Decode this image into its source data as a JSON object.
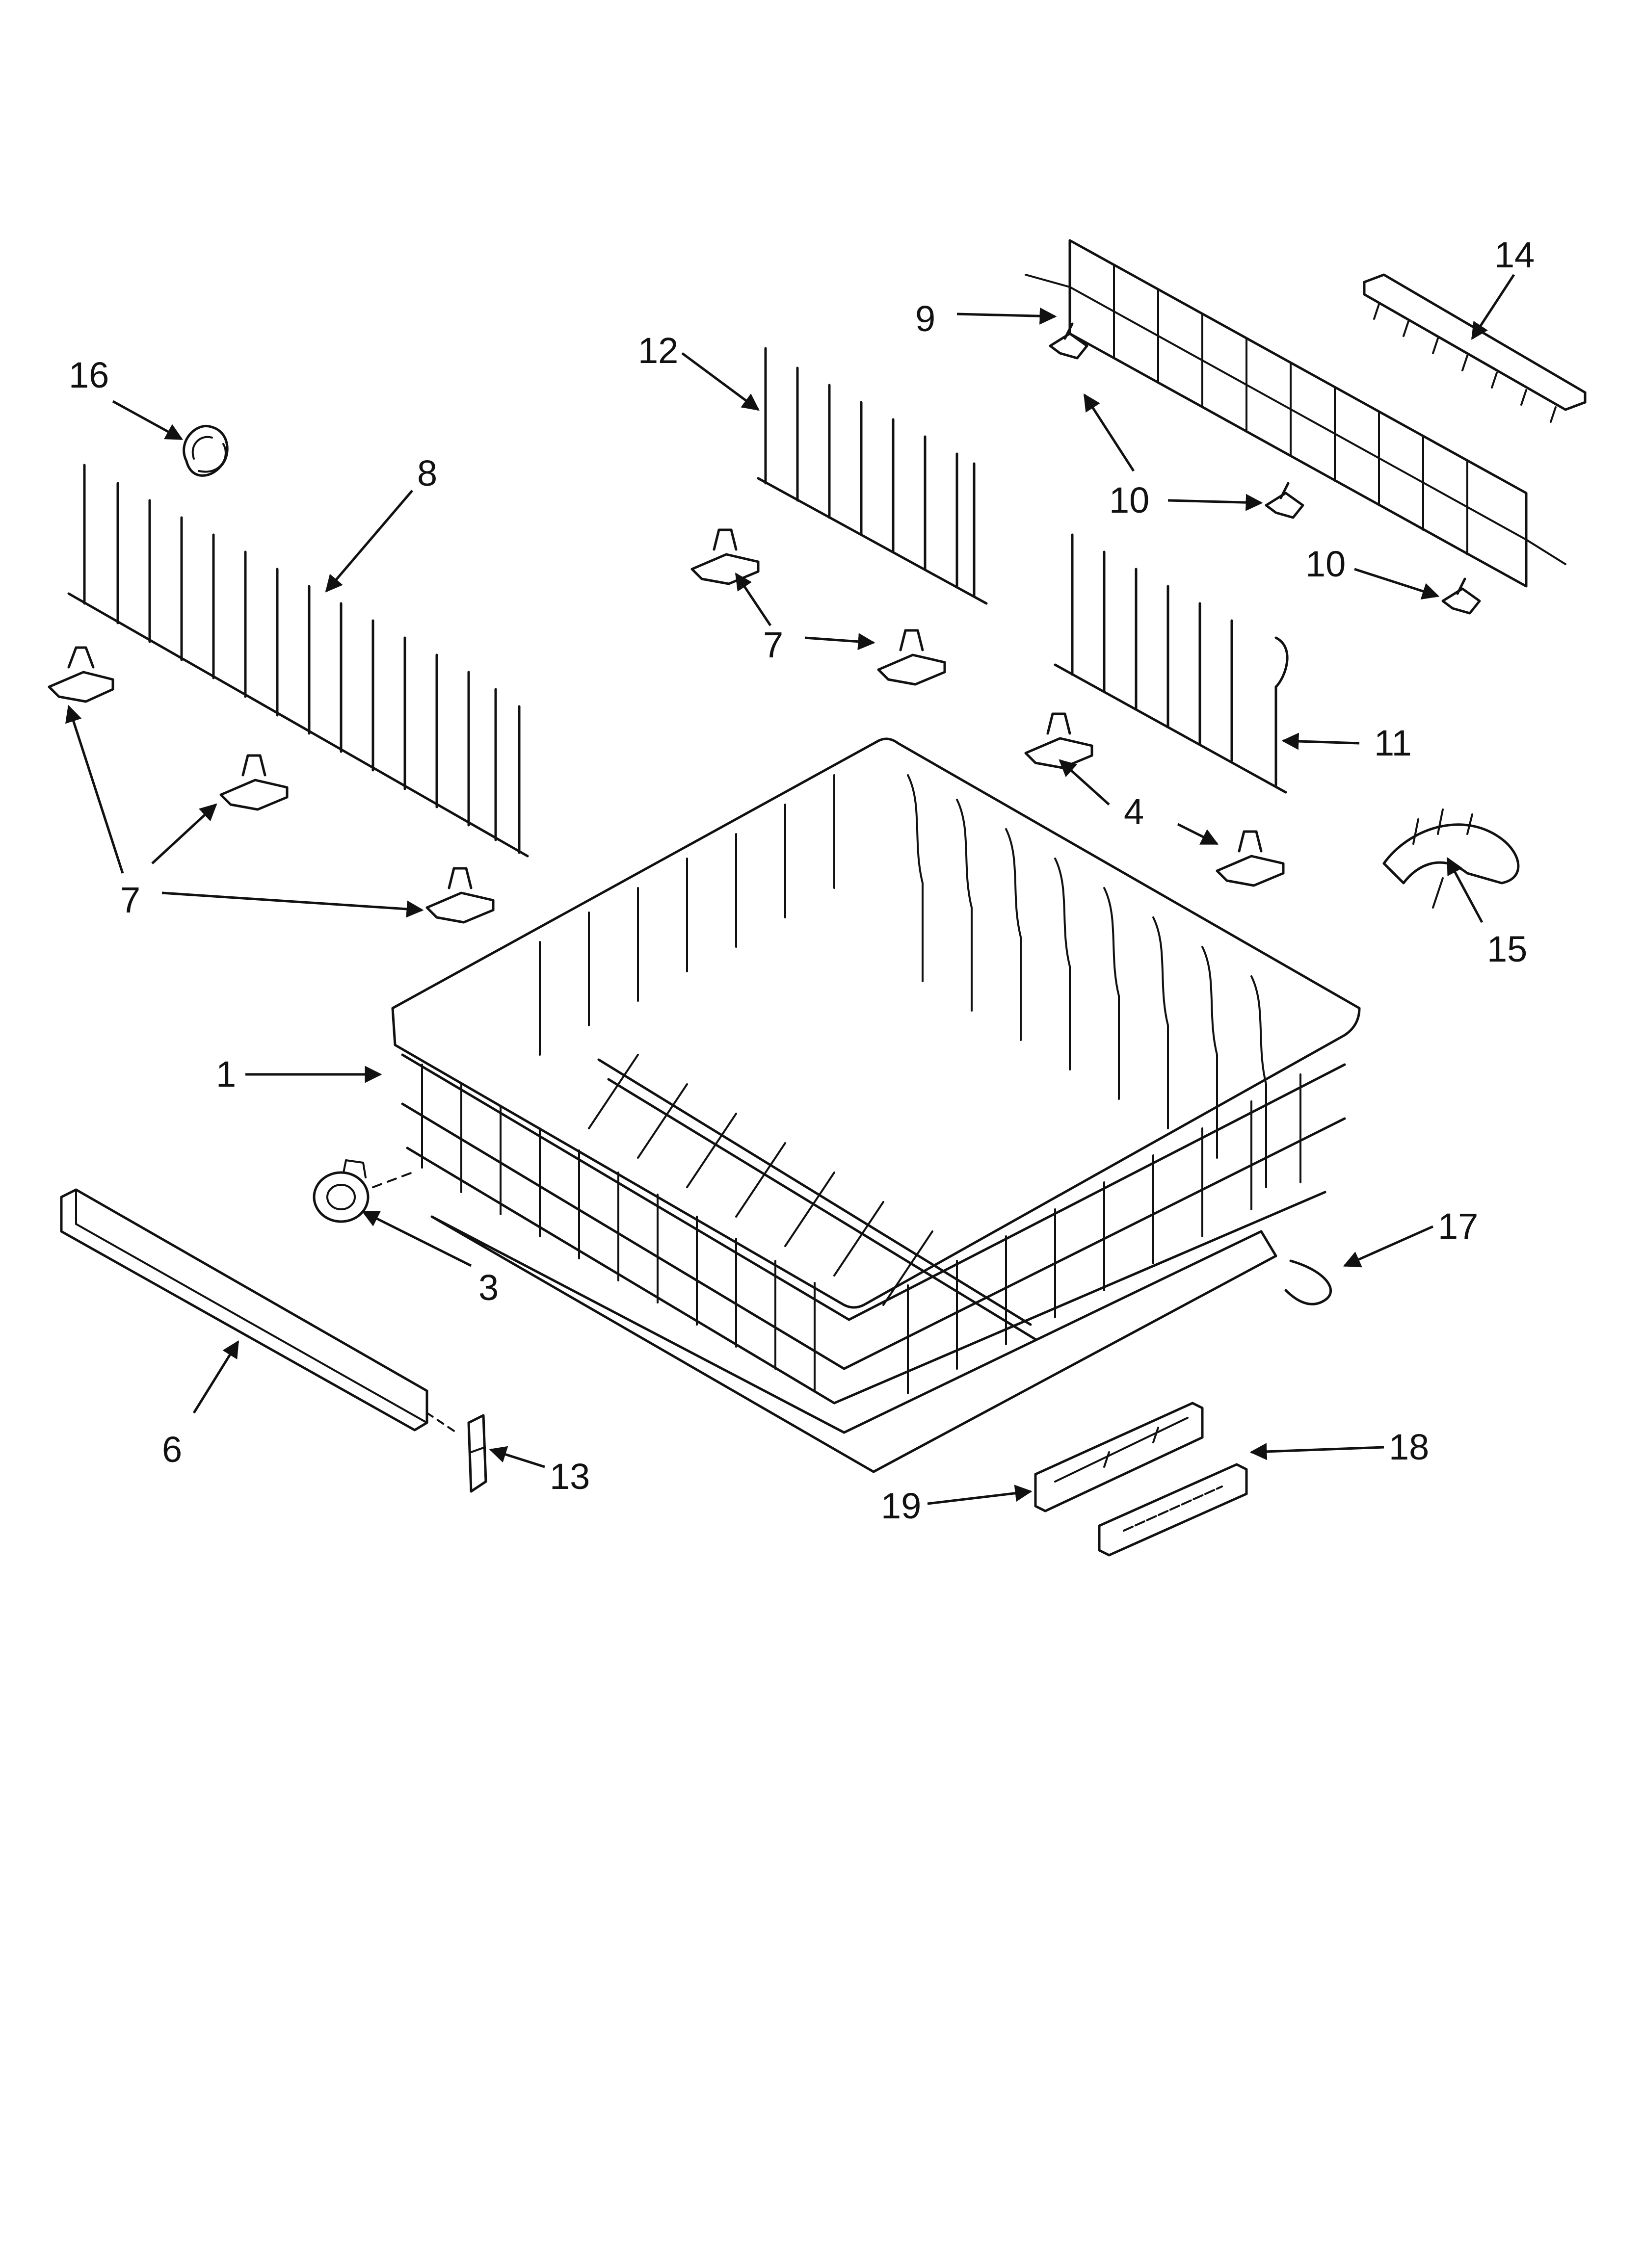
{
  "callouts": [
    {
      "id": "c1",
      "label": "1"
    },
    {
      "id": "c3",
      "label": "3"
    },
    {
      "id": "c4",
      "label": "4"
    },
    {
      "id": "c6",
      "label": "6"
    },
    {
      "id": "c7a",
      "label": "7"
    },
    {
      "id": "c7b",
      "label": "7"
    },
    {
      "id": "c8",
      "label": "8"
    },
    {
      "id": "c9",
      "label": "9"
    },
    {
      "id": "c10a",
      "label": "10"
    },
    {
      "id": "c10b",
      "label": "10"
    },
    {
      "id": "c11",
      "label": "11"
    },
    {
      "id": "c12",
      "label": "12"
    },
    {
      "id": "c13",
      "label": "13"
    },
    {
      "id": "c14",
      "label": "14"
    },
    {
      "id": "c15",
      "label": "15"
    },
    {
      "id": "c16",
      "label": "16"
    },
    {
      "id": "c17",
      "label": "17"
    },
    {
      "id": "c18",
      "label": "18"
    },
    {
      "id": "c19",
      "label": "19"
    }
  ],
  "colors": {
    "line": "#111111",
    "background": "#ffffff"
  }
}
